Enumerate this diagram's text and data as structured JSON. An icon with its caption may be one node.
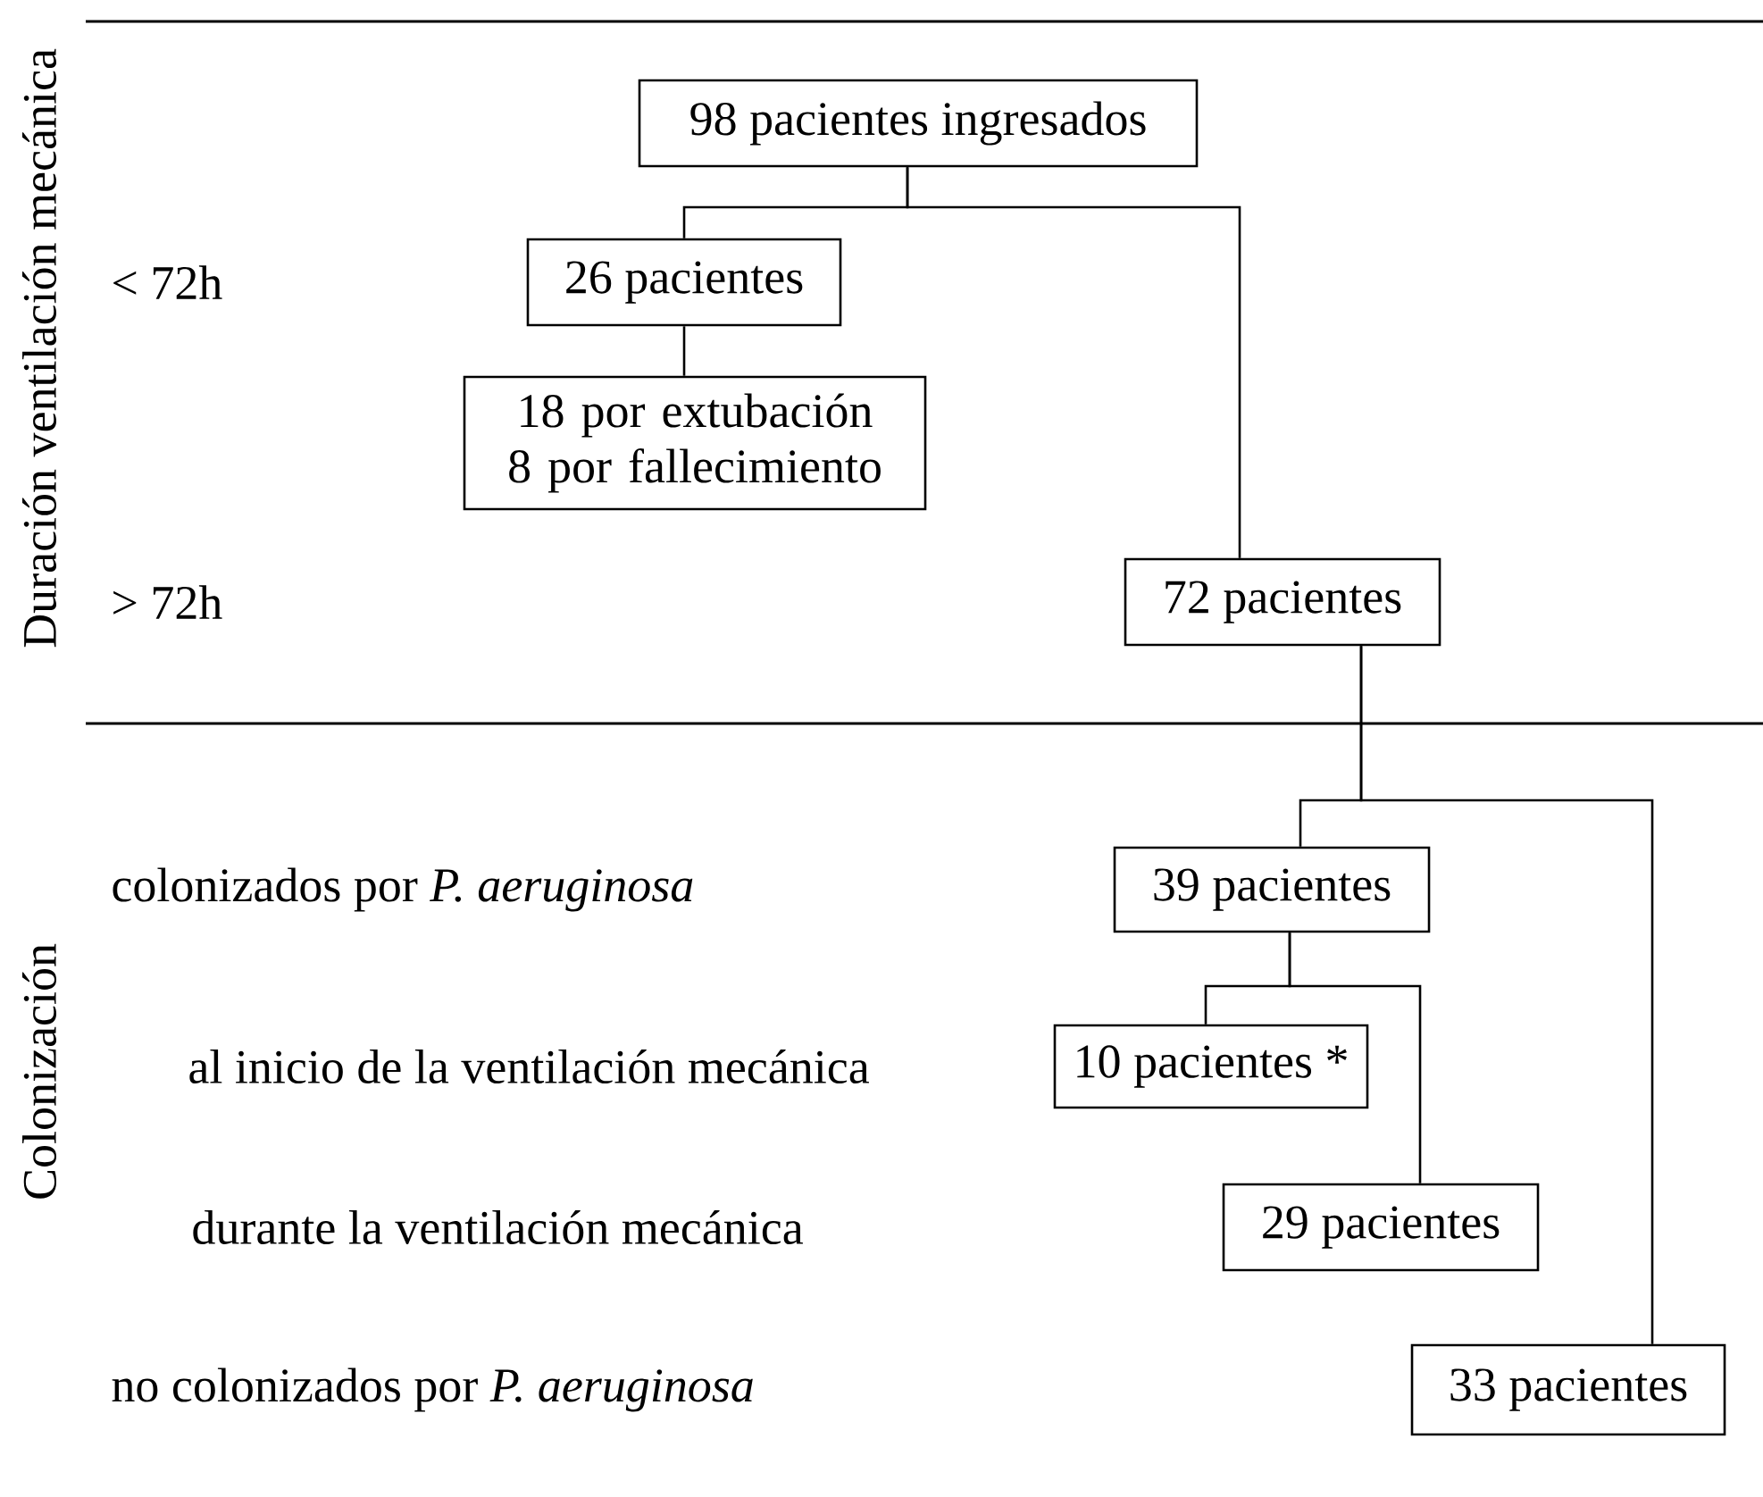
{
  "diagram": {
    "nodes": [
      {
        "text": [
          "98 pacientes ingresados"
        ]
      },
      {
        "text": [
          "26 pacientes"
        ]
      },
      {
        "text": [
          "18 por extubación 8 por fallecimiento"
        ]
      },
      {
        "text": [
          "72 pacientes"
        ]
      },
      {
        "text": [
          "39 pacientes"
        ]
      },
      {
        "text": [
          "10 pacientes *"
        ]
      },
      {
        "text": [
          "29 pacientes"
        ]
      },
      {
        "text": [
          "33 pacientes"
        ]
      }
    ],
    "edges": [
      {
        "from": 0,
        "to": 1,
        "arrow": "none"
      },
      {
        "from": 0,
        "to": 3,
        "arrow": "none"
      },
      {
        "from": 1,
        "to": 2,
        "arrow": "none"
      },
      {
        "from": 3,
        "to": 4,
        "arrow": "none"
      },
      {
        "from": 3,
        "to": 7,
        "arrow": "none"
      },
      {
        "from": 4,
        "to": 5,
        "arrow": "none"
      },
      {
        "from": 4,
        "to": 6,
        "arrow": "none"
      }
    ],
    "labels": [
      "Duración ventilación mecánica",
      "< 72h",
      "> 72h",
      "colonizados por *P. aeruginosa*",
      "Colonización",
      "al inicio de la ventilación mecánica",
      "durante la ventilación mecánica",
      "no colonizados por *P. aeruginosa*"
    ]
  }
}
